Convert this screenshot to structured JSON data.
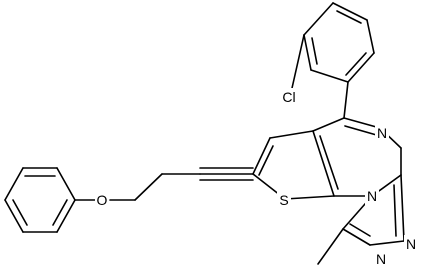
{
  "atoms": {
    "cl": {
      "label": "Cl"
    },
    "n_imine": {
      "label": "N"
    },
    "s": {
      "label": "S"
    },
    "n_bridge": {
      "label": "N"
    },
    "o": {
      "label": "O"
    },
    "n_upper": {
      "label": "N"
    },
    "n_lower": {
      "label": "N"
    }
  },
  "colors": {
    "line": "#000000",
    "background": "#ffffff"
  }
}
